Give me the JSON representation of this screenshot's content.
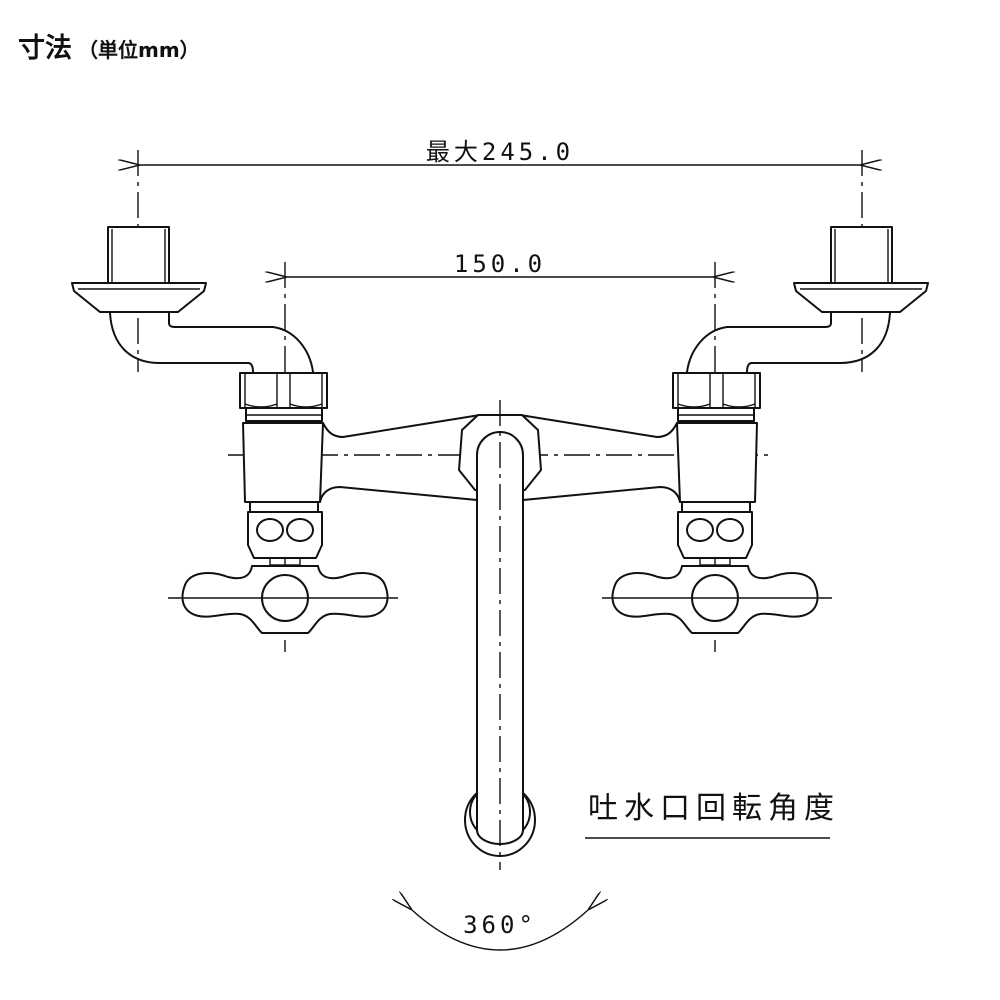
{
  "header": {
    "title": "寸法",
    "unit": "（単位mm）"
  },
  "dimensions": {
    "overall_width": "最大245.0",
    "valve_spacing": "150.0"
  },
  "annotation": {
    "spout_rotation_label": "吐水口回転角度",
    "rotation_angle": "360°"
  }
}
